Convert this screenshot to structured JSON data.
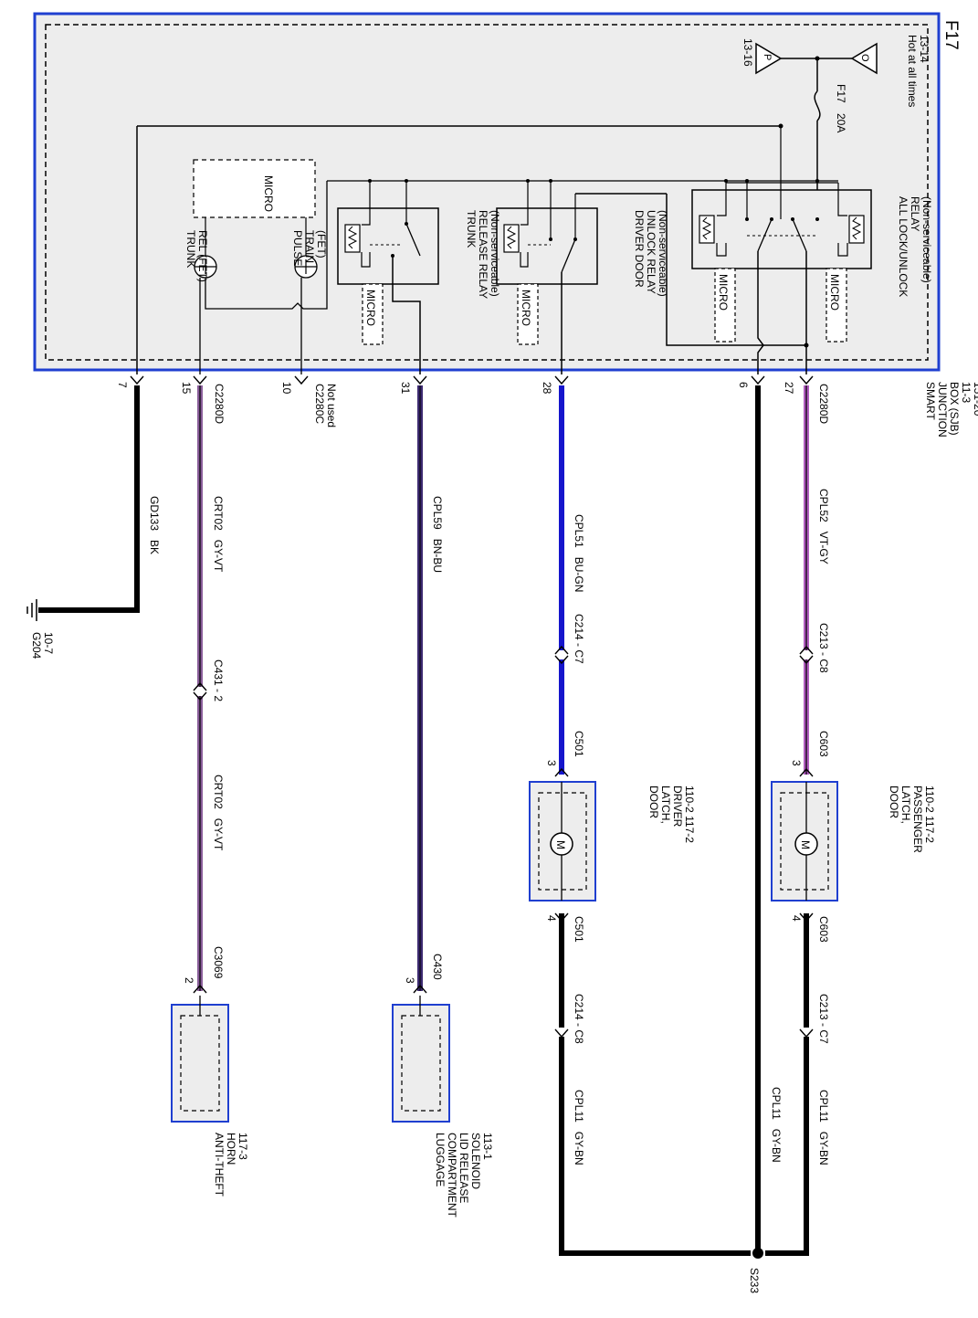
{
  "page_label": "F17",
  "sjb": {
    "label": [
      "SMART",
      "JUNCTION",
      "BOX (SJB)",
      "11-3",
      "151-20"
    ]
  },
  "power": {
    "hot_label": [
      "Hot at all times",
      "13-14"
    ],
    "hot_symbol": "O",
    "p_symbol": "P",
    "p_ref": "13-16",
    "fuse_name": "F17",
    "fuse_rating": "20A"
  },
  "relays": {
    "all_lock": [
      "ALL LOCK/UNLOCK",
      "RELAY",
      "(Non-serviceable)"
    ],
    "driver_unlock": [
      "DRIVER DOOR",
      "UNLOCK RELAY",
      "(Non-serviceable)"
    ],
    "trunk": [
      "TRUNK",
      "RELEASE RELAY",
      "(Non-serviceable)"
    ],
    "micro": "MICRO"
  },
  "fets": {
    "pulse_train": [
      "PULSE",
      "TRAIN",
      "(FET)"
    ],
    "trunk_rel": [
      "TRUNK",
      "REL (FET)"
    ]
  },
  "pins": {
    "p27": "27",
    "p6": "6",
    "p28": "28",
    "p31": "31",
    "p10": "10",
    "p15": "15",
    "p7": "7"
  },
  "connectors": {
    "c2280d_a": "C2280D",
    "c2280c": "C2280C",
    "not_used": "Not used",
    "c2280d_b": "C2280D",
    "c213_c8": "C213 - C8",
    "c214_c7": "C214 - C7",
    "c431_2": "C431 - 2",
    "c603_top": "C603",
    "c603_bot": "C603",
    "c501_top": "C501",
    "c501_bot": "C501",
    "c213_c7": "C213 - C7",
    "c214_c8": "C214 - C8",
    "c430": "C430",
    "c3069": "C3069",
    "pin3_pass": "3",
    "pin4_pass": "4",
    "pin3_drv": "3",
    "pin4_drv": "4",
    "pin3_lug": "3",
    "pin2_horn": "2"
  },
  "wires": {
    "cpl52": "CPL52   VT-GY",
    "cpl51": "CPL51   BU-GN",
    "cpl59": "CPL59   BN-BU",
    "crt02_a": "CRT02   GY-VT",
    "crt02_b": "CRT02   GY-VT",
    "gd133": "GD133   BK",
    "cpl11_pass": "CPL11   GY-BN",
    "cpl11_mid": "CPL11   GY-BN",
    "cpl11_drv": "CPL11   GY-BN"
  },
  "components": {
    "door_latch_passenger": [
      "DOOR",
      "LATCH,",
      "PASSENGER",
      "110-2  117-2"
    ],
    "door_latch_driver": [
      "DOOR",
      "LATCH,",
      "DRIVER",
      "110-2  117-2"
    ],
    "luggage_solenoid": [
      "LUGGAGE",
      "COMPARTMENT",
      "LID RELEASE",
      "SOLENOID",
      "113-1"
    ],
    "anti_theft_horn": [
      "ANTI-THEFT",
      "HORN",
      "117-3"
    ],
    "motor_symbol": "M"
  },
  "grounds": {
    "g204": [
      "G204",
      "10-7"
    ],
    "s233": "S233"
  },
  "colors": {
    "border_blue": "#1f3fd0",
    "box_fill": "#ededed",
    "wire_black": "#000000",
    "wire_violet_gray": "#b05bbf",
    "wire_blue_green": "#1515cc",
    "wire_brown_blue": "#3c2a70",
    "wire_gray_violet": "#8a5e9a"
  }
}
